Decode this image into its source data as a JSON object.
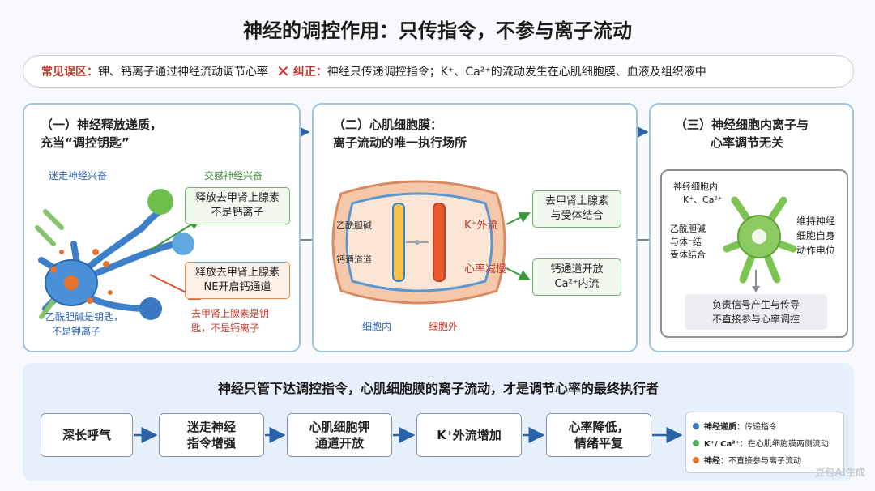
{
  "title": "神经的调控作用：只传指令，不参与离子流动",
  "misconception": {
    "label": "常见误区：",
    "text": "钾、钙离子通过神经流动调节心率",
    "fix_label": "纠正：",
    "fix_text": "神经只传递调控指令；K⁺、Ca²⁺的流动发生在心肌细胞膜、血液及组织液中"
  },
  "panel1": {
    "title_line1": "（一）神经释放递质，",
    "title_line2": "充当“调控钥匙”",
    "vagus": "迷走神经兴奋",
    "sympathetic": "交感神经兴奋",
    "green_box_1": "释放去甲肾上腺素",
    "green_box_2": "不是钙离子",
    "orange_box_1": "释放去甲肾上腺素",
    "orange_box_2": "NE开启钙通道",
    "ach_note_1": "乙酰胆碱是钥匙，",
    "ach_note_2": "不是钾离子",
    "ne_note_1": "去甲肾上腺素是钥",
    "ne_note_2": "匙，不是钙离子"
  },
  "panel2": {
    "title_line1": "（二）心肌细胞膜：",
    "title_line2": "离子流动的唯一执行场所",
    "ach": "乙酰胆碱",
    "ca_channel": "钙通道道",
    "k_out": "K⁺外流",
    "hr_down": "心率减慢",
    "inside": "细胞内",
    "outside": "细胞外",
    "box1_1": "去甲肾上腺素",
    "box1_2": "与受体结合",
    "box2_1": "钙通道开放",
    "box2_2": "Ca²⁺内流"
  },
  "panel3": {
    "title_line1": "（三）神经细胞内离子与",
    "title_line2": "心率调节无关",
    "ions_1": "神经细胞内",
    "ions_2": "K⁺、Ca²⁺",
    "ach_1": "乙酰胆碱",
    "ach_2": "与体⁻结",
    "ach_3": "受体结合",
    "maintain_1": "维持神经",
    "maintain_2": "细胞自身",
    "maintain_3": "动作电位",
    "bottom_1": "负责信号产生与传导",
    "bottom_2": "不直接参与心率调控"
  },
  "bottom": {
    "title": "神经只管下达调控指令，心肌细胞膜的离子流动，才是调节心率的最终执行者",
    "steps": [
      {
        "line1": "深长呼气",
        "line2": ""
      },
      {
        "line1": "迷走神经",
        "line2": "指令增强"
      },
      {
        "line1": "心肌细胞钾",
        "line2": "通道开放"
      },
      {
        "line1": "K⁺外流增加",
        "line2": ""
      },
      {
        "line1": "心率降低，",
        "line2": "情绪平复"
      }
    ],
    "legend": [
      {
        "key": "神经递质：",
        "text": "传递指令",
        "color": "#3a78c4"
      },
      {
        "key": "K⁺/ Ca²⁺：",
        "text": "在心肌细胞膜两侧流动",
        "color": "#4caf50"
      },
      {
        "key": "神经：",
        "text": "不直接参与离子流动",
        "color": "#e8742c"
      }
    ]
  },
  "watermark": "豆包AI生成"
}
